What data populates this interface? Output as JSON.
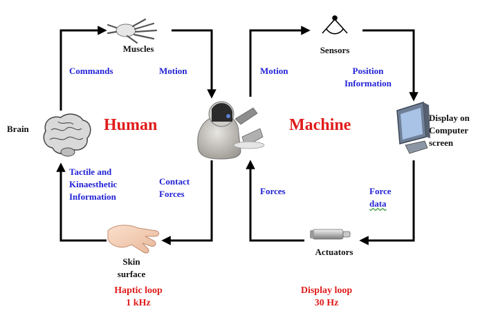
{
  "human": {
    "title": "Human",
    "brain": "Brain",
    "muscles": "Muscles",
    "skin_line1": "Skin",
    "skin_line2": "surface",
    "commands": "Commands",
    "motion": "Motion",
    "tactile_line1": "Tactile and",
    "tactile_line2": "Kinaesthetic",
    "tactile_line3": "Information",
    "contact_line1": "Contact",
    "contact_line2": "Forces"
  },
  "machine": {
    "title": "Machine",
    "sensors": "Sensors",
    "motion": "Motion",
    "position_line1": "Position",
    "position_line2": "Information",
    "display_line1": "Display on",
    "display_line2": "Computer",
    "display_line3": "screen",
    "forces": "Forces",
    "force_data_line1": "Force",
    "force_data_line2": "data",
    "actuators": "Actuators"
  },
  "loops": {
    "haptic_line1": "Haptic loop",
    "haptic_line2": "1 kHz",
    "display_line1": "Display loop",
    "display_line2": "30 Hz"
  },
  "colors": {
    "title_red": "#e01b1b",
    "signal_blue": "#1f1fd6",
    "arrow_black": "#000000"
  }
}
